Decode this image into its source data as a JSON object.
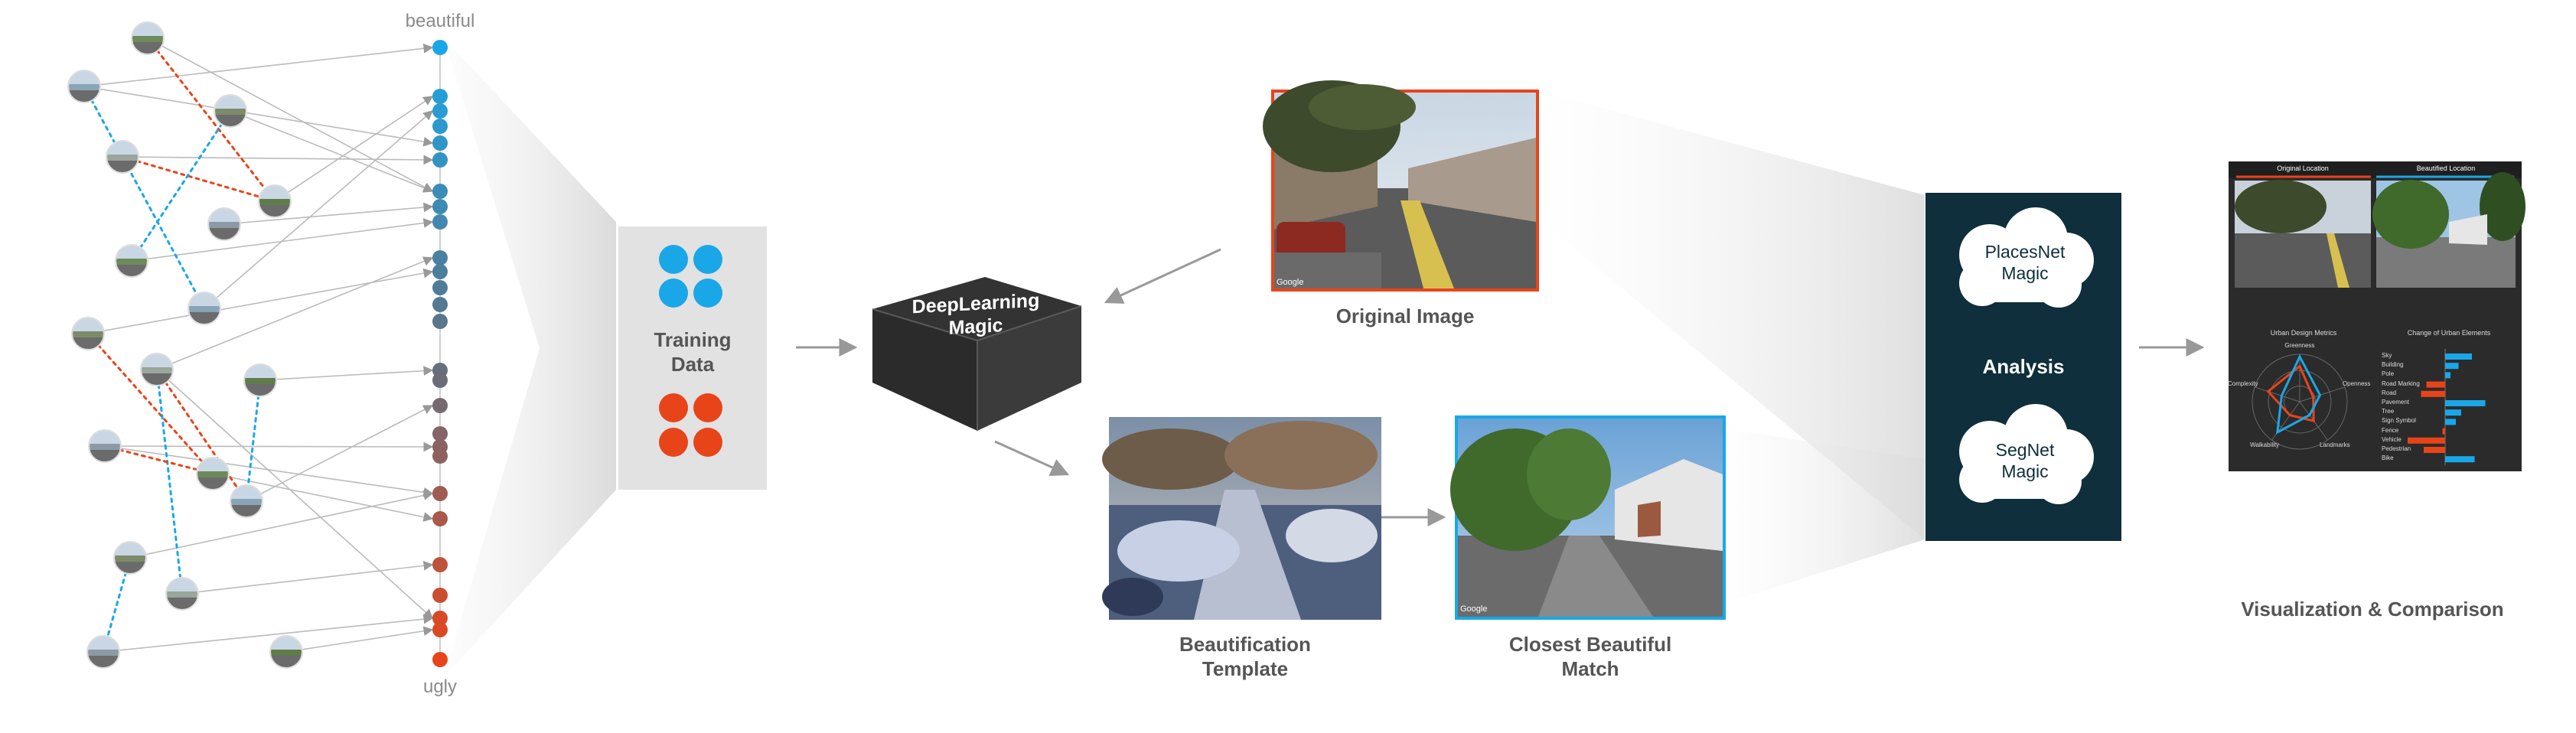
{
  "rating_axis": {
    "top_label": "beautiful",
    "bottom_label": "ugly"
  },
  "training": {
    "label_line1": "Training",
    "label_line2": "Data"
  },
  "deeplearning": {
    "label_line1": "DeepLearning",
    "label_line2": "Magic"
  },
  "original": {
    "caption": "Original Image",
    "watermark": "Google"
  },
  "template": {
    "caption_line1": "Beautification",
    "caption_line2": "Template"
  },
  "closest": {
    "caption_line1": "Closest Beautiful",
    "caption_line2": "Match",
    "watermark": "Google"
  },
  "analysis": {
    "title": "Analysis",
    "placesnet_line1": "PlacesNet",
    "placesnet_line2": "Magic",
    "segnet_line1": "SegNet",
    "segnet_line2": "Magic"
  },
  "visualization": {
    "caption": "Visualization & Comparison",
    "left_header": "Original Location",
    "right_header": "Beautified Location",
    "radar_title": "Urban Design Metrics",
    "bars_title": "Change of Urban Elements",
    "radar_axes": [
      "Greenness",
      "Openness",
      "Landmarks",
      "Walkability",
      "Complexity"
    ],
    "bar_rows": [
      "Sky",
      "Building",
      "Pole",
      "Road Marking",
      "Road",
      "Pavement",
      "Tree",
      "Sign Symbol",
      "Fence",
      "Vehicle",
      "Pedestrian",
      "Bike"
    ],
    "bar_values": [
      0.5,
      0.25,
      0.1,
      -0.35,
      -0.45,
      0.75,
      0.3,
      0.2,
      -0.05,
      -0.7,
      -0.4,
      0.55
    ]
  },
  "colors": {
    "beautiful_blue": "#1aa7e8",
    "ugly_red": "#e8441a",
    "dark_panel": "#0e2f3b",
    "training_bg": "#e2e2e2",
    "cube_dark": "#333333"
  },
  "icons": [
    "street-photo-thumbnail",
    "rating-dot",
    "cloud-icon",
    "cube-icon",
    "arrow-icon"
  ]
}
